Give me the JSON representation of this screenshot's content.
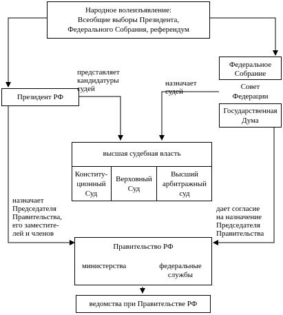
{
  "popular_will": {
    "line1": "Народное волеизъявление:",
    "line2": "Всеобщие выборы Президента,",
    "line3": "Федерального Собрания, референдум"
  },
  "president": {
    "label": "Президент РФ"
  },
  "federal_assembly": {
    "title_line1": "Федеральное",
    "title_line2": "Собрание",
    "council_line1": "Совет",
    "council_line2": "Федерации",
    "duma_line1": "Государственная",
    "duma_line2": "Дума"
  },
  "judiciary": {
    "title": "высшая судебная власть",
    "constitutional_line1": "Конститу-",
    "constitutional_line2": "ционный",
    "constitutional_line3": "Суд",
    "supreme_line1": "Верховный",
    "supreme_line2": "Суд",
    "arbitration_line1": "Высший",
    "arbitration_line2": "арбитражный",
    "arbitration_line3": "суд"
  },
  "government": {
    "title": "Правительство РФ",
    "ministries": "министерства",
    "services_line1": "федеральные",
    "services_line2": "службы"
  },
  "agencies": {
    "label": "ведомства при Правительстве РФ"
  },
  "edge_labels": {
    "nominates_line1": "представляет",
    "nominates_line2": "кандидатуры",
    "nominates_line3": "судей",
    "appoints_judges_line1": "назначает",
    "appoints_judges_line2": "судей",
    "appoints_chair_line1": "назначает",
    "appoints_chair_line2": "Председателя",
    "appoints_chair_line3": "Правительства,",
    "appoints_chair_line4": "его заместите-",
    "appoints_chair_line5": "лей и членов",
    "consents_line1": "дает согласие",
    "consents_line2": "на назначение",
    "consents_line3": "Председателя",
    "consents_line4": "Правительства"
  }
}
